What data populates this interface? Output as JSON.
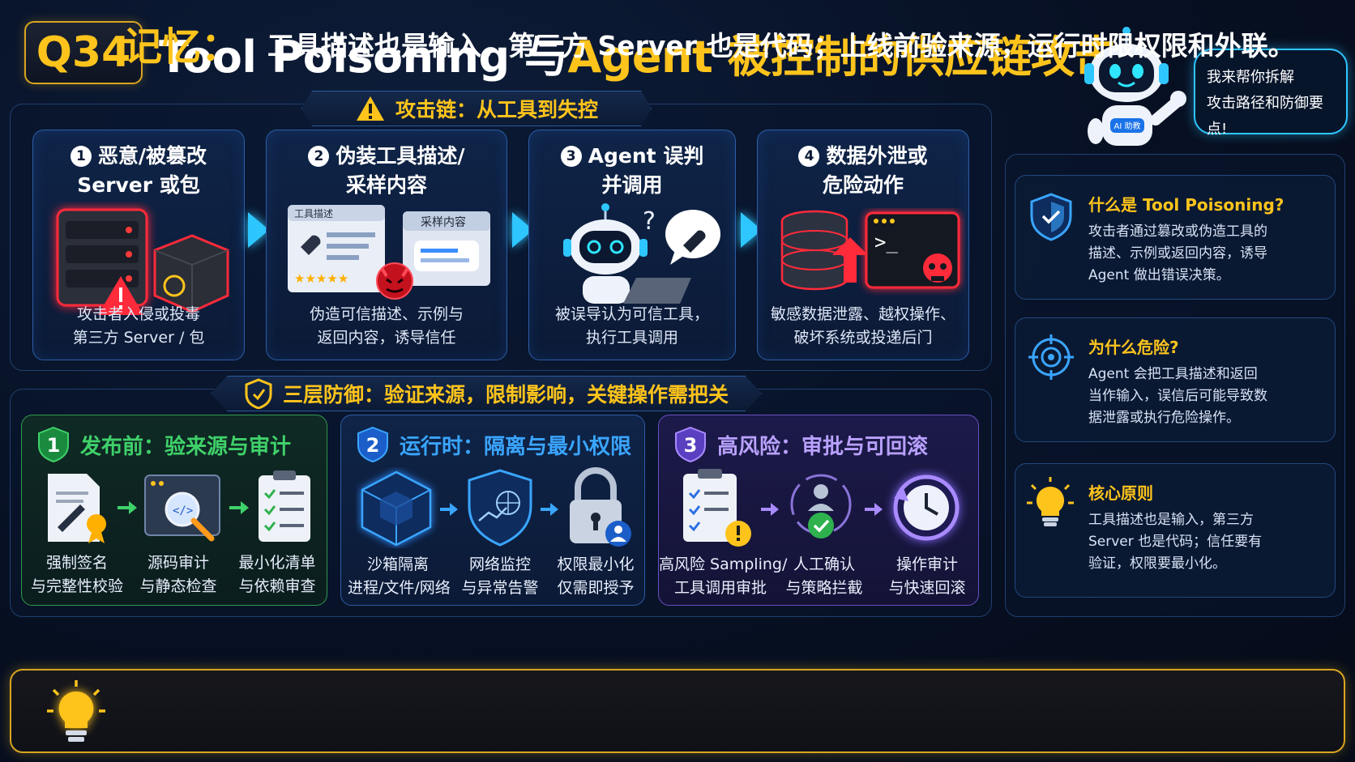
{
  "header": {
    "badge": "Q34",
    "title_part1": "Tool Poisoning 与 ",
    "title_part2": "Agent 被控制的供应链攻击"
  },
  "assistant": {
    "robot_badge": "AI 助教",
    "bubble_line1": "我来帮你拆解",
    "bubble_line2": "攻击路径和防御要点!"
  },
  "attack_chain": {
    "heading": "攻击链：从工具到失控",
    "steps": [
      {
        "num": "1",
        "title_line1": "恶意/被篡改",
        "title_line2": "Server 或包",
        "desc_line1": "攻击者入侵或投毒",
        "desc_line2": "第三方 Server / 包"
      },
      {
        "num": "2",
        "title_line1": "伪装工具描述/",
        "title_line2": "采样内容",
        "desc_line1": "伪造可信描述、示例与",
        "desc_line2": "返回内容，诱导信任",
        "card_a": "工具描述",
        "card_b": "采样内容"
      },
      {
        "num": "3",
        "title_line1": "Agent 误判",
        "title_line2": "并调用",
        "desc_line1": "被误导认为可信工具，",
        "desc_line2": "执行工具调用"
      },
      {
        "num": "4",
        "title_line1": "数据外泄或",
        "title_line2": "危险动作",
        "desc_line1": "敏感数据泄露、越权操作、",
        "desc_line2": "破坏系统或投递后门"
      }
    ]
  },
  "defense": {
    "heading": "三层防御：验证来源，限制影响，关键操作需把关",
    "layers": [
      {
        "num": "1",
        "title": "发布前：验来源与审计",
        "color": "#3fd16a",
        "items": [
          {
            "line1": "强制签名",
            "line2": "与完整性校验"
          },
          {
            "line1": "源码审计",
            "line2": "与静态检查"
          },
          {
            "line1": "最小化清单",
            "line2": "与依赖审查"
          }
        ]
      },
      {
        "num": "2",
        "title": "运行时：隔离与最小权限",
        "color": "#3aa5ff",
        "items": [
          {
            "line1": "沙箱隔离",
            "line2": "进程/文件/网络"
          },
          {
            "line1": "网络监控",
            "line2": "与异常告警"
          },
          {
            "line1": "权限最小化",
            "line2": "仅需即授予"
          }
        ]
      },
      {
        "num": "3",
        "title": "高风险：审批与可回滚",
        "color": "#a98bff",
        "items": [
          {
            "line1": "高风险 Sampling/",
            "line2": "工具调用审批"
          },
          {
            "line1": "人工确认",
            "line2": "与策略拦截"
          },
          {
            "line1": "操作审计",
            "line2": "与快速回滚"
          }
        ]
      }
    ]
  },
  "info": [
    {
      "title": "什么是 Tool Poisoning?",
      "body": "攻击者通过篡改或伪造工具的描述、示例或返回内容，诱导 Agent 做出错误决策。"
    },
    {
      "title": "为什么危险?",
      "body": "Agent 会把工具描述和返回当作输入，误信后可能导致数据泄露或执行危险操作。"
    },
    {
      "title": "核心原则",
      "body": "工具描述也是输入，第三方 Server 也是代码；信任要有验证，权限要最小化。"
    }
  ],
  "memory": {
    "label": "记忆：",
    "text": "工具描述也是输入，第三方 Server 也是代码；上线前验来源，运行时限权限和外联。"
  },
  "colors": {
    "accent_yellow": "#ffc41c",
    "accent_cyan": "#2ec6ff",
    "danger_red": "#ff2a3a"
  }
}
